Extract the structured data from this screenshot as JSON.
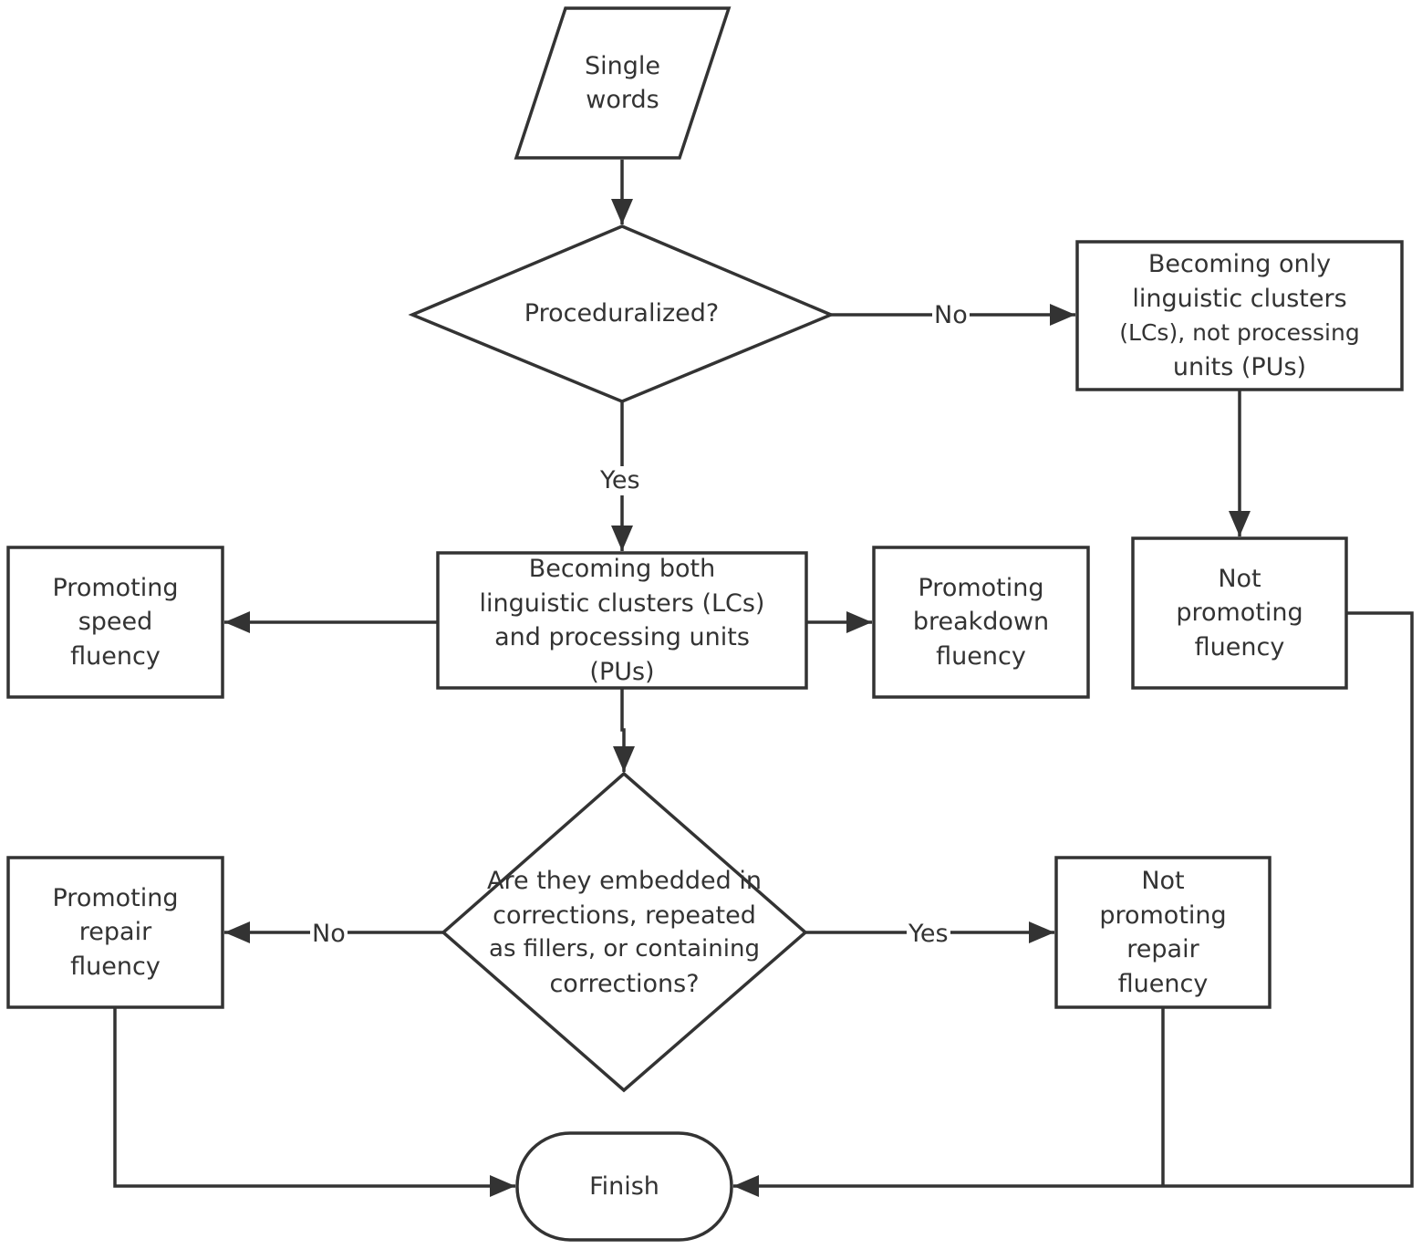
{
  "colors": {
    "stroke": "#333333",
    "text": "#333333",
    "background": "#ffffff"
  },
  "nodes": {
    "start": {
      "lines": [
        "Single",
        "words"
      ]
    },
    "decision_proceduralized": {
      "lines": [
        "Proceduralized?"
      ]
    },
    "only_lcs": {
      "lines": [
        "Becoming only",
        "linguistic clusters",
        "(LCs), not processing",
        "units (PUs)"
      ]
    },
    "not_promoting_fluency": {
      "lines": [
        "Not",
        "promoting",
        "fluency"
      ]
    },
    "both_lcs_pus": {
      "lines": [
        "Becoming both",
        "linguistic clusters (LCs)",
        "and processing units",
        "(PUs)"
      ]
    },
    "speed_fluency": {
      "lines": [
        "Promoting",
        "speed",
        "fluency"
      ]
    },
    "breakdown_fluency": {
      "lines": [
        "Promoting",
        "breakdown",
        "fluency"
      ]
    },
    "decision_embedded": {
      "lines": [
        "Are they embedded in",
        "corrections, repeated",
        "as fillers, or containing",
        "corrections?"
      ]
    },
    "repair_fluency": {
      "lines": [
        "Promoting",
        "repair",
        "fluency"
      ]
    },
    "not_repair_fluency": {
      "lines": [
        "Not",
        "promoting",
        "repair",
        "fluency"
      ]
    },
    "finish": {
      "lines": [
        "Finish"
      ]
    }
  },
  "edge_labels": {
    "proceduralized_no": "No",
    "proceduralized_yes": "Yes",
    "embedded_no": "No",
    "embedded_yes": "Yes"
  }
}
